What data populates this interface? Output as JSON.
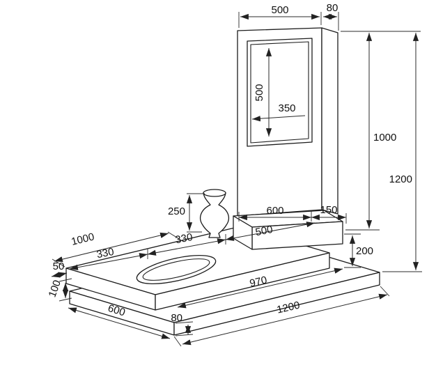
{
  "diagram": {
    "kind": "technical-drawing",
    "subject": "memorial-monument-with-dimensions",
    "colors": {
      "line": "#1c1c1c",
      "background": "#ffffff"
    },
    "dims": {
      "stele_width": "500",
      "stele_thickness": "80",
      "panel_height": "500",
      "panel_width": "350",
      "stele_height": "1000",
      "total_height": "1200",
      "vase_height": "250",
      "base_length": "600",
      "base_side": "150",
      "base_height": "200",
      "ledger_width": "1000",
      "segment_a": "330",
      "segment_b": "330",
      "segment_c": "500",
      "edge_gap": "50",
      "ledger_thickness": "100",
      "ledger_length": "970",
      "plinth_length": "1200",
      "plinth_front_width": "600",
      "plinth_thickness": "80"
    }
  }
}
